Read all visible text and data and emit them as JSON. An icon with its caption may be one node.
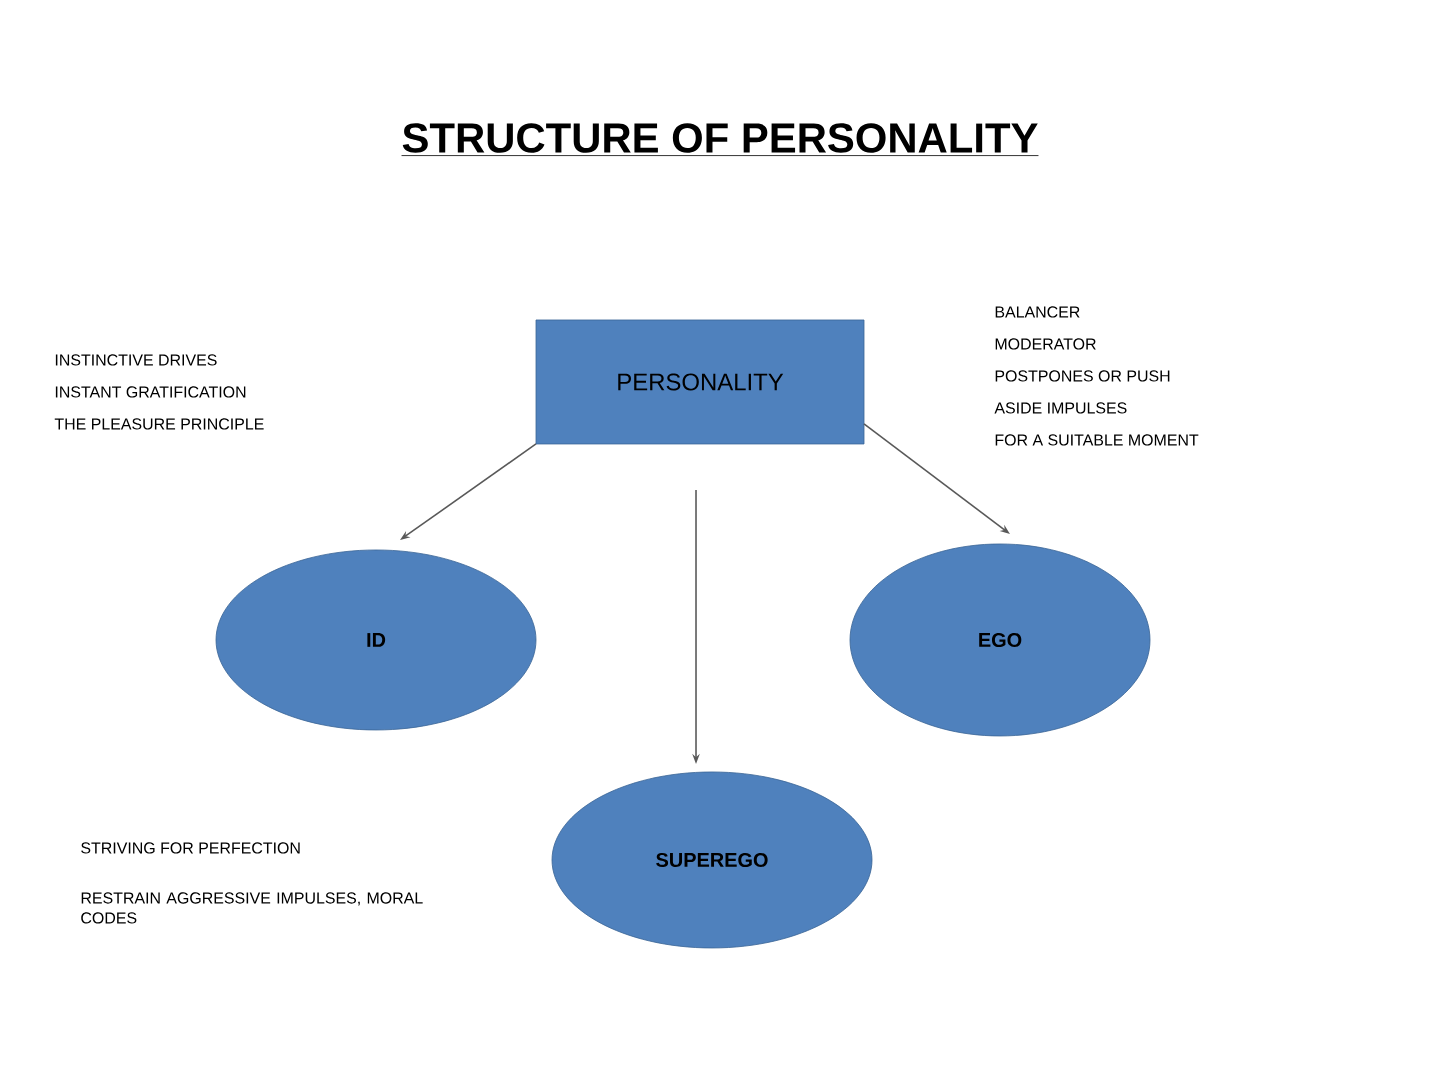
{
  "diagram": {
    "title": "STRUCTURE OF PERSONALITY",
    "nodes": [
      {
        "text": [
          "PERSONALITY"
        ]
      },
      {
        "text": [
          "ID"
        ]
      },
      {
        "text": [
          "EGO"
        ]
      },
      {
        "text": [
          "SUPEREGO"
        ]
      }
    ],
    "edges": [
      {
        "from": 0,
        "to": 1,
        "arrow": "to"
      },
      {
        "from": 0,
        "to": 3,
        "arrow": "to"
      },
      {
        "from": 0,
        "to": 2,
        "arrow": "to"
      }
    ],
    "labels": [
      "INSTINCTIVE DRIVES",
      "INSTANT GRATIFICATION",
      "THE PLEASURE PRINCIPLE",
      "BALANCER",
      "MODERATOR",
      "POSTPONES OR PUSH",
      "ASIDE IMPULSES",
      "FOR A SUITABLE MOMENT",
      "STRIVING FOR PERFECTION",
      "RESTRAIN AGGRESSIVE IMPULSES, MORAL CODES"
    ]
  }
}
